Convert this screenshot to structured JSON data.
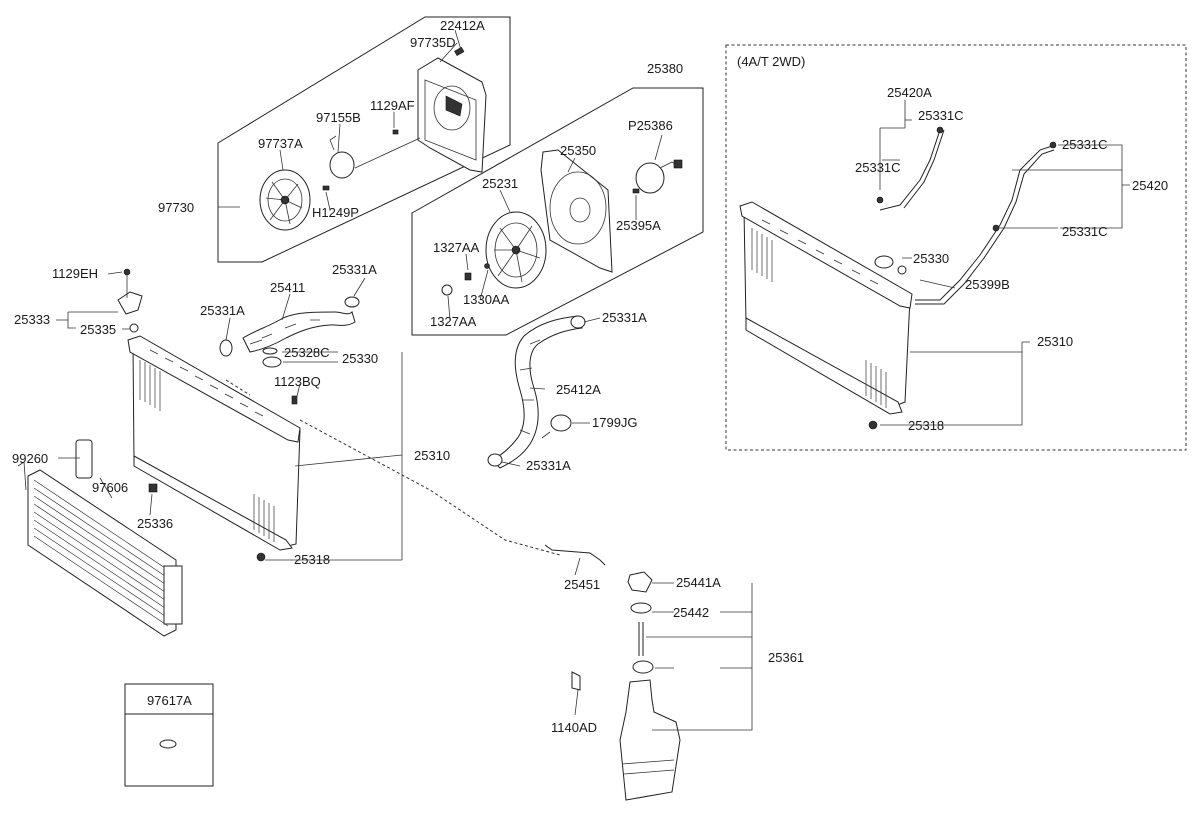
{
  "variant_label": "(4A/T 2WD)",
  "part_numbers": {
    "p22412A": "22412A",
    "p97735D": "97735D",
    "p1129AF": "1129AF",
    "p97155B": "97155B",
    "p97737A": "97737A",
    "p97730": "97730",
    "pH1249P": "H1249P",
    "p25380": "25380",
    "pP25386": "P25386",
    "p25350": "25350",
    "p25231": "25231",
    "p25395A": "25395A",
    "p1327AA_a": "1327AA",
    "p1330AA": "1330AA",
    "p1327AA_b": "1327AA",
    "p1129EH": "1129EH",
    "p25333": "25333",
    "p25335": "25335",
    "p25411": "25411",
    "p25331A_a": "25331A",
    "p25331A_b": "25331A",
    "p25331A_c": "25331A",
    "p25331A_d": "25331A",
    "p25328C": "25328C",
    "p25330_main": "25330",
    "p1123BQ": "1123BQ",
    "p25412A": "25412A",
    "p1799JG": "1799JG",
    "p25310_main": "25310",
    "p99260": "99260",
    "p97606": "97606",
    "p25336": "25336",
    "p25318_main": "25318",
    "p25451": "25451",
    "p25441A": "25441A",
    "p25442": "25442",
    "p25361": "25361",
    "p1140AD": "1140AD",
    "p97617A": "97617A",
    "p25420A": "25420A",
    "p25331C_a": "25331C",
    "p25331C_b": "25331C",
    "p25331C_c": "25331C",
    "p25331C_d": "25331C",
    "p25420": "25420",
    "p25330_alt": "25330",
    "p25399B": "25399B",
    "p25310_alt": "25310",
    "p25318_alt": "25318"
  }
}
